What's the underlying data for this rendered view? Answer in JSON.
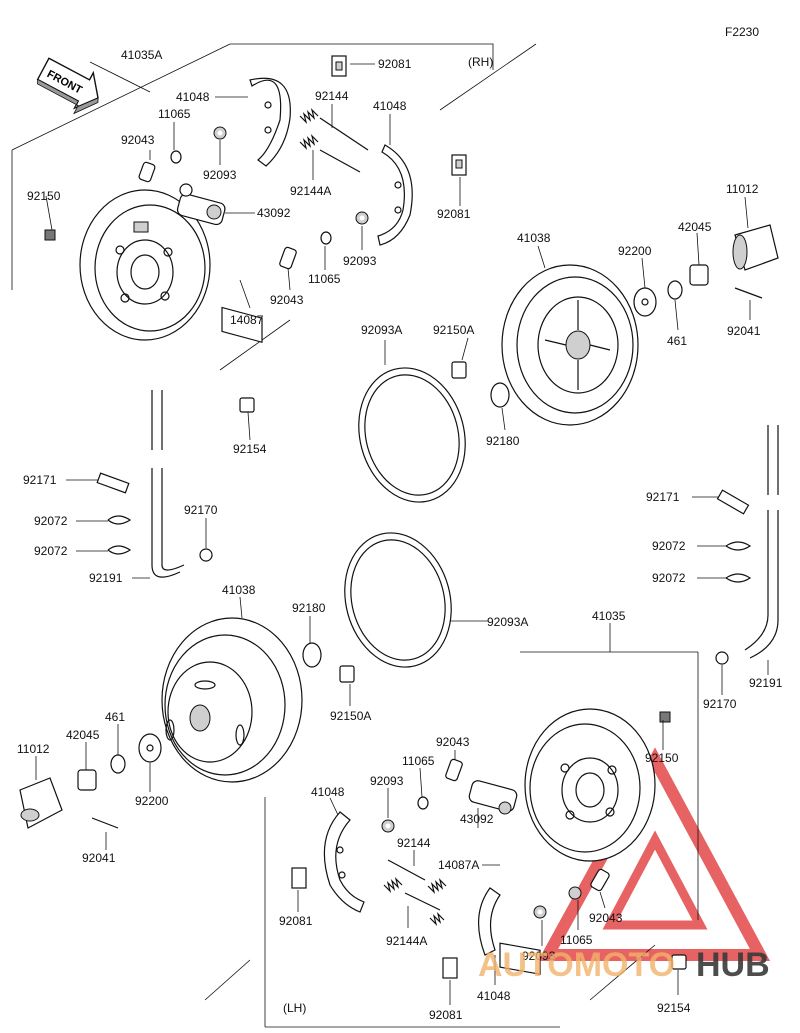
{
  "figure_code": "F2230",
  "front_label": "FRONT",
  "rh_label": "(RH)",
  "lh_label": "(LH)",
  "labels": [
    {
      "id": "l1",
      "text": "41035A"
    },
    {
      "id": "l2",
      "text": "92081"
    },
    {
      "id": "l3",
      "text": "41048"
    },
    {
      "id": "l4",
      "text": "92144"
    },
    {
      "id": "l5",
      "text": "11065"
    },
    {
      "id": "l6",
      "text": "41048"
    },
    {
      "id": "l7",
      "text": "92043"
    },
    {
      "id": "l8",
      "text": "92093"
    },
    {
      "id": "l9",
      "text": "92144A"
    },
    {
      "id": "l10",
      "text": "92150"
    },
    {
      "id": "l11",
      "text": "43092"
    },
    {
      "id": "l12",
      "text": "92081"
    },
    {
      "id": "l13",
      "text": "11012"
    },
    {
      "id": "l14",
      "text": "92093"
    },
    {
      "id": "l15",
      "text": "41038"
    },
    {
      "id": "l16",
      "text": "42045"
    },
    {
      "id": "l17",
      "text": "11065"
    },
    {
      "id": "l18",
      "text": "92200"
    },
    {
      "id": "l19",
      "text": "92043"
    },
    {
      "id": "l20",
      "text": "14087"
    },
    {
      "id": "l21",
      "text": "92093A"
    },
    {
      "id": "l22",
      "text": "92150A"
    },
    {
      "id": "l23",
      "text": "461"
    },
    {
      "id": "l24",
      "text": "92041"
    },
    {
      "id": "l25",
      "text": "92154"
    },
    {
      "id": "l26",
      "text": "92180"
    },
    {
      "id": "l27",
      "text": "92171"
    },
    {
      "id": "l28",
      "text": "92072"
    },
    {
      "id": "l29",
      "text": "92170"
    },
    {
      "id": "l30",
      "text": "92072"
    },
    {
      "id": "l31",
      "text": "92191"
    },
    {
      "id": "l32",
      "text": "92171"
    },
    {
      "id": "l33",
      "text": "92072"
    },
    {
      "id": "l34",
      "text": "92072"
    },
    {
      "id": "l35",
      "text": "41038"
    },
    {
      "id": "l36",
      "text": "92180"
    },
    {
      "id": "l37",
      "text": "92093A"
    },
    {
      "id": "l38",
      "text": "41035"
    },
    {
      "id": "l39",
      "text": "92191"
    },
    {
      "id": "l40",
      "text": "92170"
    },
    {
      "id": "l41",
      "text": "92150A"
    },
    {
      "id": "l42",
      "text": "461"
    },
    {
      "id": "l43",
      "text": "42045"
    },
    {
      "id": "l44",
      "text": "92043"
    },
    {
      "id": "l45",
      "text": "11012"
    },
    {
      "id": "l46",
      "text": "92150"
    },
    {
      "id": "l47",
      "text": "92200"
    },
    {
      "id": "l48",
      "text": "11065"
    },
    {
      "id": "l49",
      "text": "92093"
    },
    {
      "id": "l50",
      "text": "41048"
    },
    {
      "id": "l51",
      "text": "92144"
    },
    {
      "id": "l52",
      "text": "43092"
    },
    {
      "id": "l53",
      "text": "92041"
    },
    {
      "id": "l54",
      "text": "14087A"
    },
    {
      "id": "l55",
      "text": "92081"
    },
    {
      "id": "l56",
      "text": "92144A"
    },
    {
      "id": "l57",
      "text": "92043"
    },
    {
      "id": "l58",
      "text": "11065"
    },
    {
      "id": "l59",
      "text": "92093"
    },
    {
      "id": "l60",
      "text": "92154"
    },
    {
      "id": "l61",
      "text": "92081"
    },
    {
      "id": "l62",
      "text": "41048"
    }
  ],
  "watermark": {
    "text_a": "AUTOMOTO",
    "text_b": "HUB",
    "color_a": "#f2b36b",
    "color_b": "#3a3a3a",
    "triangle_color": "#e23b3b"
  }
}
